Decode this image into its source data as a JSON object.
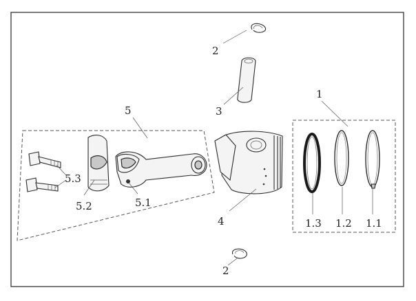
{
  "diagram": {
    "callouts": {
      "clip_top": "2",
      "pin": "3",
      "connecting_rod_assembly": "5",
      "piston": "4",
      "piston_rings": "1",
      "ring_3": "1.3",
      "ring_2": "1.2",
      "ring_1": "1.1",
      "bolt": "5.3",
      "rod_cap": "5.2",
      "rod_body": "5.1",
      "clip_bottom": "2"
    }
  }
}
